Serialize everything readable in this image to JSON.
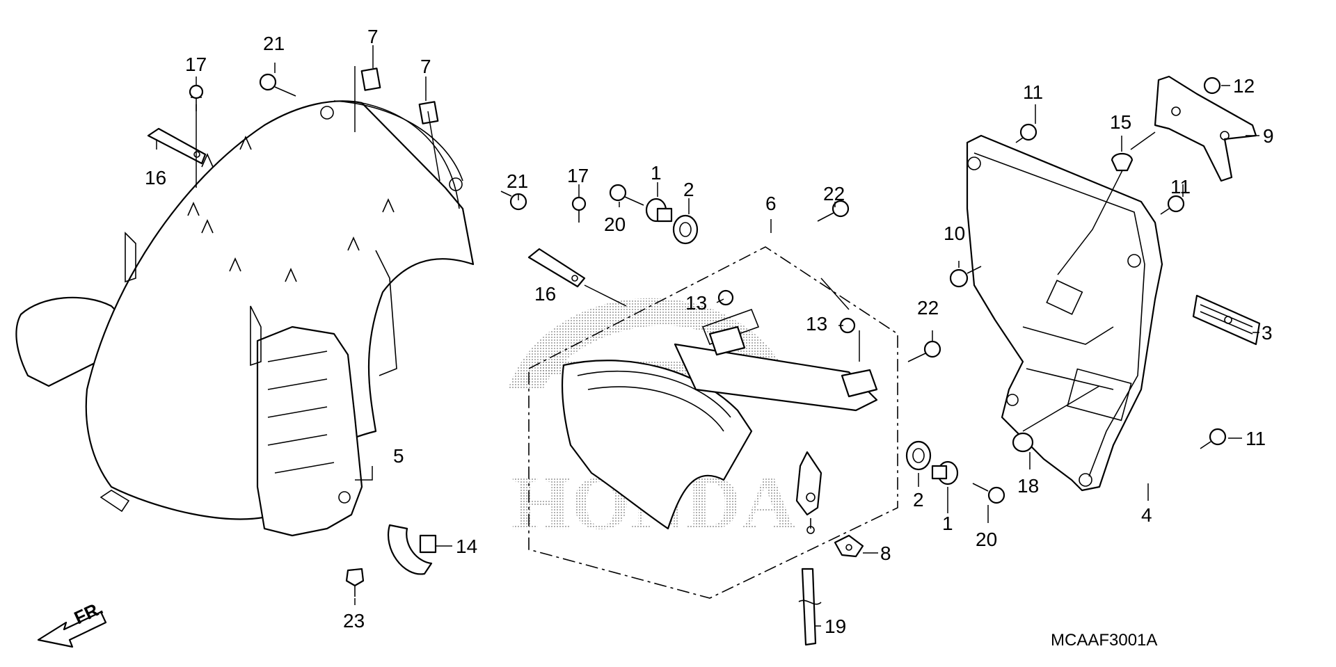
{
  "diagram": {
    "code": "MCAAF3001A",
    "direction_label": "FR.",
    "watermark_text": "HONDA",
    "labels": [
      {
        "id": "l1a",
        "text": "1"
      },
      {
        "id": "l1b",
        "text": "1"
      },
      {
        "id": "l2a",
        "text": "2"
      },
      {
        "id": "l2b",
        "text": "2"
      },
      {
        "id": "l3",
        "text": "3"
      },
      {
        "id": "l4",
        "text": "4"
      },
      {
        "id": "l5",
        "text": "5"
      },
      {
        "id": "l6",
        "text": "6"
      },
      {
        "id": "l7a",
        "text": "7"
      },
      {
        "id": "l7b",
        "text": "7"
      },
      {
        "id": "l8",
        "text": "8"
      },
      {
        "id": "l9",
        "text": "9"
      },
      {
        "id": "l10",
        "text": "10"
      },
      {
        "id": "l11a",
        "text": "11"
      },
      {
        "id": "l11b",
        "text": "11"
      },
      {
        "id": "l11c",
        "text": "11"
      },
      {
        "id": "l12",
        "text": "12"
      },
      {
        "id": "l13a",
        "text": "13"
      },
      {
        "id": "l13b",
        "text": "13"
      },
      {
        "id": "l14",
        "text": "14"
      },
      {
        "id": "l15",
        "text": "15"
      },
      {
        "id": "l16a",
        "text": "16"
      },
      {
        "id": "l16b",
        "text": "16"
      },
      {
        "id": "l17a",
        "text": "17"
      },
      {
        "id": "l17b",
        "text": "17"
      },
      {
        "id": "l18",
        "text": "18"
      },
      {
        "id": "l19",
        "text": "19"
      },
      {
        "id": "l20a",
        "text": "20"
      },
      {
        "id": "l20b",
        "text": "20"
      },
      {
        "id": "l21a",
        "text": "21"
      },
      {
        "id": "l21b",
        "text": "21"
      },
      {
        "id": "l22a",
        "text": "22"
      },
      {
        "id": "l22b",
        "text": "22"
      },
      {
        "id": "l23",
        "text": "23"
      }
    ]
  }
}
